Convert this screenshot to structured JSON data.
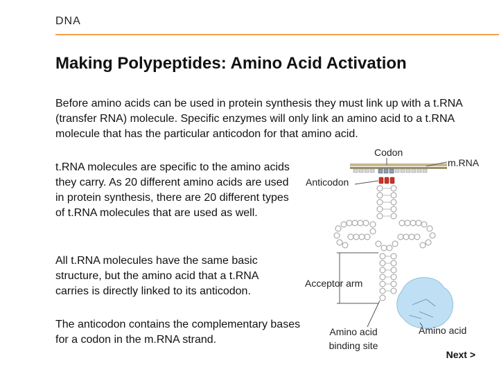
{
  "header": {
    "section": "DNA"
  },
  "slide": {
    "title": "Making Polypeptides: Amino Acid Activation",
    "intro": "Before amino acids can be used in protein synthesis they must link up with a t.RNA (transfer RNA) molecule. Specific enzymes will only link an amino acid to a t.RNA molecule that has the particular anticodon for that amino acid.",
    "paragraphs": [
      "t.RNA molecules are specific to the amino acids they carry. As 20 different amino acids are used in protein synthesis, there are 20 different types of t.RNA molecules that are used as well.",
      "All t.RNA molecules have the same basic structure, but the amino acid that a t.RNA carries is directly linked to its anticodon.",
      "The anticodon contains the complementary bases for a codon in the m.RNA strand."
    ]
  },
  "figure": {
    "labels": {
      "codon": "Codon",
      "mrna": "m.RNA",
      "anticodon": "Anticodon",
      "acceptor_arm": "Acceptor arm",
      "binding_site": "Amino acid binding site",
      "amino_acid": "Amino acid"
    },
    "colors": {
      "anticodon": "#cc3322",
      "amino_acid": "#bfe0f4",
      "codon": "#88a0c0"
    }
  },
  "nav": {
    "next_label": "Next >"
  }
}
